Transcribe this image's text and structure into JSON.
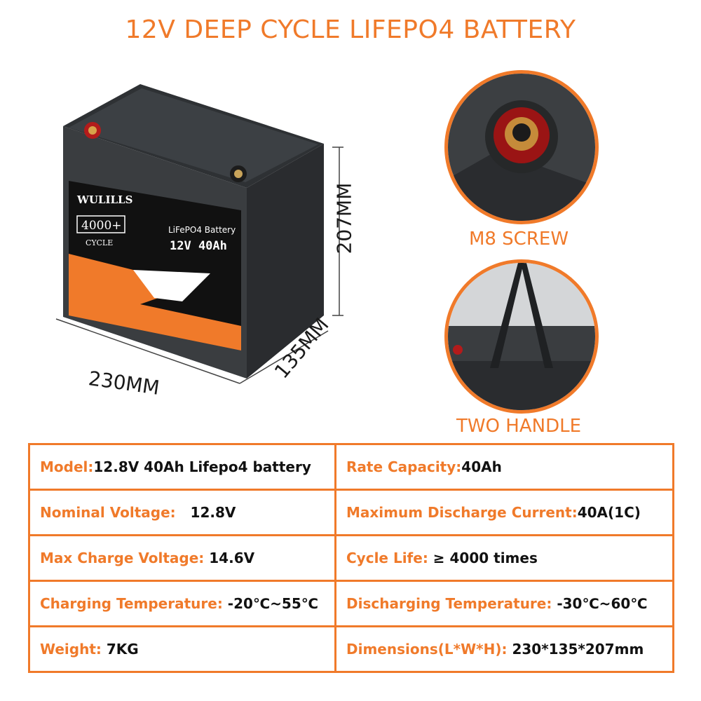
{
  "title": "12V DEEP CYCLE LIFEPO4 BATTERY",
  "battery": {
    "brand": "WULILLS",
    "cycle_badge": "4000+",
    "cycle_word": "CYCLE",
    "chem_label": "LiFePO4 Battery",
    "rating": "12V 40Ah"
  },
  "dimensions": {
    "width": "230MM",
    "depth": "135MM",
    "height": "207MM"
  },
  "callouts": {
    "screw": "M8 SCREW",
    "handle": "TWO HANDLE"
  },
  "specs": [
    {
      "label": "Model:",
      "value": "12.8V 40Ah Lifepo4 battery"
    },
    {
      "label": "Rate Capacity:",
      "value": "40Ah"
    },
    {
      "label": "Nominal Voltage:",
      "value": "12.8V"
    },
    {
      "label": "Maximum Discharge Current:",
      "value": "40A(1C)"
    },
    {
      "label": "Max Charge Voltage:",
      "value": "14.6V"
    },
    {
      "label": "Cycle Life:",
      "value": "≥ 4000 times"
    },
    {
      "label": "Charging Temperature:",
      "value": "-20℃~55℃"
    },
    {
      "label": "Discharging Temperature:",
      "value": "-30℃~60℃"
    },
    {
      "label": "Weight:",
      "value": "7KG"
    },
    {
      "label": "Dimensions(L*W*H):",
      "value": "230*135*207mm"
    }
  ],
  "colors": {
    "accent": "#f07a2a",
    "battery_body": "#3a3d40",
    "label_dark": "#111111"
  }
}
